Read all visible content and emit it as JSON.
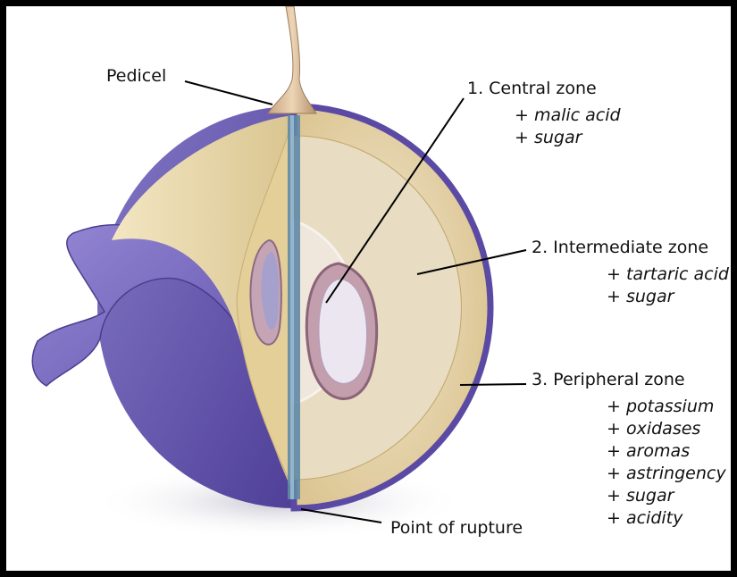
{
  "labels": {
    "pedicel": "Pedicel",
    "rupture": "Point of rupture"
  },
  "zones": [
    {
      "title": "1. Central zone",
      "components": [
        "malic acid",
        "sugar"
      ]
    },
    {
      "title": "2. Intermediate zone",
      "components": [
        "tartaric acid",
        "sugar"
      ]
    },
    {
      "title": "3. Peripheral zone",
      "components": [
        "potassium",
        "oxidases",
        "aromas",
        "astringency",
        "sugar",
        "acidity"
      ]
    }
  ],
  "plus_symbol": "+",
  "colors": {
    "frame": "#000000",
    "skin": "#6a5cae",
    "pulp": "#e8d8ae",
    "seed": "#ebe4ee",
    "axis": "#5f88a6"
  }
}
